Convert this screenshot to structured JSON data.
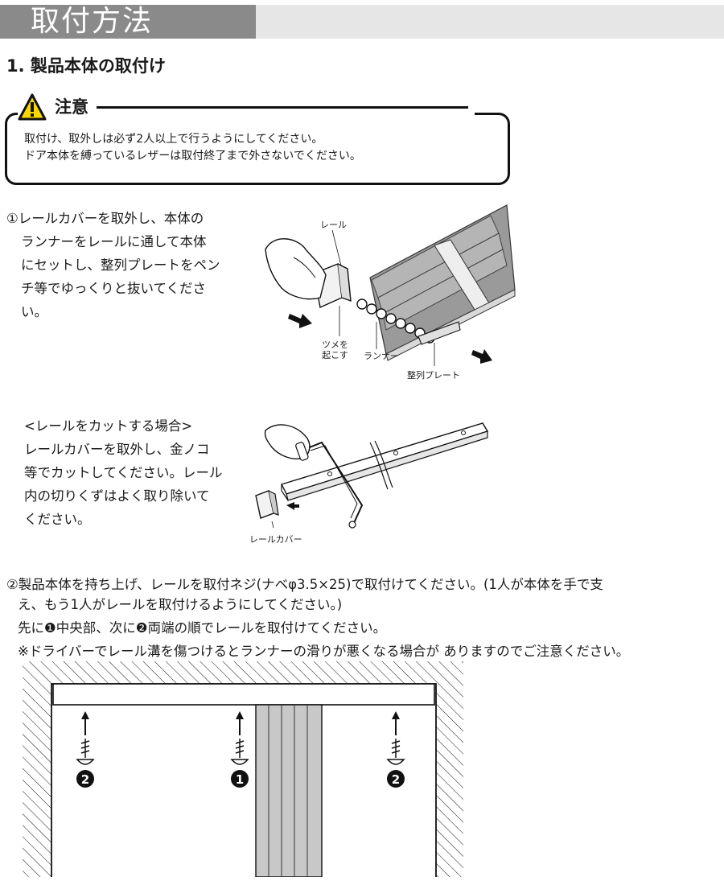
{
  "header": {
    "title": "取付方法"
  },
  "section": {
    "title": "1. 製品本体の取付け"
  },
  "caution": {
    "label": "注意",
    "lines": [
      "取付け、取外しは必ず2人以上で行うようにしてください。",
      "ドア本体を縛っているレザーは取付終了まで外さないでください。"
    ]
  },
  "step1": {
    "lines": [
      "①レールカバーを取外し、本体の",
      "ランナーをレールに通して本体",
      "にセットし、整列プレートをペン",
      "チ等でゆっくりと抜いてくださ",
      "い。"
    ],
    "figure_labels": {
      "rail": "レール",
      "tab_line1": "ツメを",
      "tab_line2": "起こす",
      "runner": "ランナー",
      "plate": "整列プレート"
    }
  },
  "cut": {
    "lines": [
      "<レールをカットする場合>",
      "レールカバーを取外し、金ノコ",
      "等でカットしてください。レール",
      "内の切りくずはよく取り除いて",
      "ください。"
    ],
    "figure_labels": {
      "cover": "レールカバー"
    }
  },
  "step2": {
    "lines": [
      "②製品本体を持ち上げ、レールを取付ネジ(ナベφ3.5×25)で取付けてください。(1人が本体を手で支",
      "え、もう1人がレールを取付けるようにしてください。)",
      "先に❶中央部、次に❷両端の順でレールを取付けてください。",
      "※ドライバーでレール溝を傷つけるとランナーの滑りが悪くなる場合が ありますのでご注意ください。"
    ]
  },
  "diagram": {
    "center_number": "1",
    "side_number": "2"
  },
  "colors": {
    "header_tab": "#8a8a8a",
    "header_band": "#e6e6e6",
    "warning_yellow": "#f5d800",
    "door": "#c8c8c8"
  }
}
